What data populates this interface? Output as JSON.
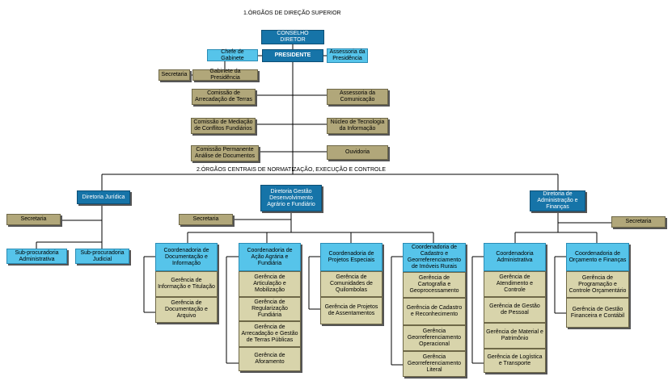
{
  "sections": {
    "superior": "1.ÓRGÃOS DE DIREÇÃO SUPERIOR",
    "central": "2.ÓRGÃOS CENTRAIS DE NORMATIZAÇÃO, EXECUÇÃO E CONTROLE"
  },
  "top": {
    "conselho": "CONSELHO DIRETOR",
    "presidente": "PRESIDENTE",
    "chefe_gabinete": "Chefe de Gabinete",
    "assessoria_presidencia": "Assessoria da Presidência",
    "secretaria": "Secretaria",
    "gabinete": "Gabinete da Presidência",
    "comissao_terras": "Comissão de Arrecadação de Terras",
    "assessoria_comunicacao": "Assessoria da Comunicação",
    "comissao_mediacao": "Comissão de Mediação de Conflitos Fundiários",
    "nucleo_ti": "Núcleo de Tecnologia da Informação",
    "comissao_documentos": "Comissão Permanente Análise de Documentos",
    "ouvidoria": "Ouvidoria"
  },
  "diretorias": {
    "juridica": {
      "title": "Diretoria Jurídica",
      "secretaria": "Secretaria",
      "sub1": "Sub-procuradoria Administrativa",
      "sub2": "Sub-procuradoria Judicial"
    },
    "gestao": {
      "title": "Diretoria Gestão Desenvolvimento Agrário e Fundiário",
      "secretaria": "Secretaria"
    },
    "administracao": {
      "title": "Diretoria de Administração e Finanças",
      "secretaria": "Secretaria"
    }
  },
  "coordenadorias": [
    {
      "title": "Coordenadoria de Documentação e Informação",
      "items": [
        "Gerência de Informação e Titulação",
        "Gerência de Documentação e Arquivo"
      ]
    },
    {
      "title": "Coordenadoria de Ação Agrária e Fundiária",
      "items": [
        "Gerência de Articulação e Mobilização",
        "Gerência de Regularização Fundiária",
        "Gerência de Arrecadação e Gestão de Terras Públicas",
        "Gerência de Aforamento"
      ]
    },
    {
      "title": "Coordenadoria de Projetos Especiais",
      "items": [
        "Gerência de Comunidades de Quilombolas",
        "Gerência de Projetos de Assentamentos"
      ]
    },
    {
      "title": "Coordenadoria de Cadastro e Georreferenciamento de Imóveis Rurais",
      "items": [
        "Gerência de Cartografia e Geoprocessamento",
        "Gerência de Cadastro e Reconhecimento",
        "Gerência Georreferenciamento Operacional",
        "Gerência Georreferenciamento Literal"
      ]
    },
    {
      "title": "Coordenadoria Administrativa",
      "items": [
        "Gerência de Atendimento e Controle",
        "Gerência de Gestão de Pessoal",
        "Gerência de Material e Patrimônio",
        "Gerência de Logística e Transporte"
      ]
    },
    {
      "title": "Coordenadoria de Orçamento e Finanças",
      "items": [
        "Gerência de Programação e Controle Orçamentário",
        "Gerência de Gestão Financeira e Contábil"
      ]
    }
  ],
  "colors": {
    "dark_blue": "#1674a8",
    "light_blue": "#56c4ea",
    "khaki": "#b1a77a",
    "pale_khaki": "#d8d4ab"
  }
}
